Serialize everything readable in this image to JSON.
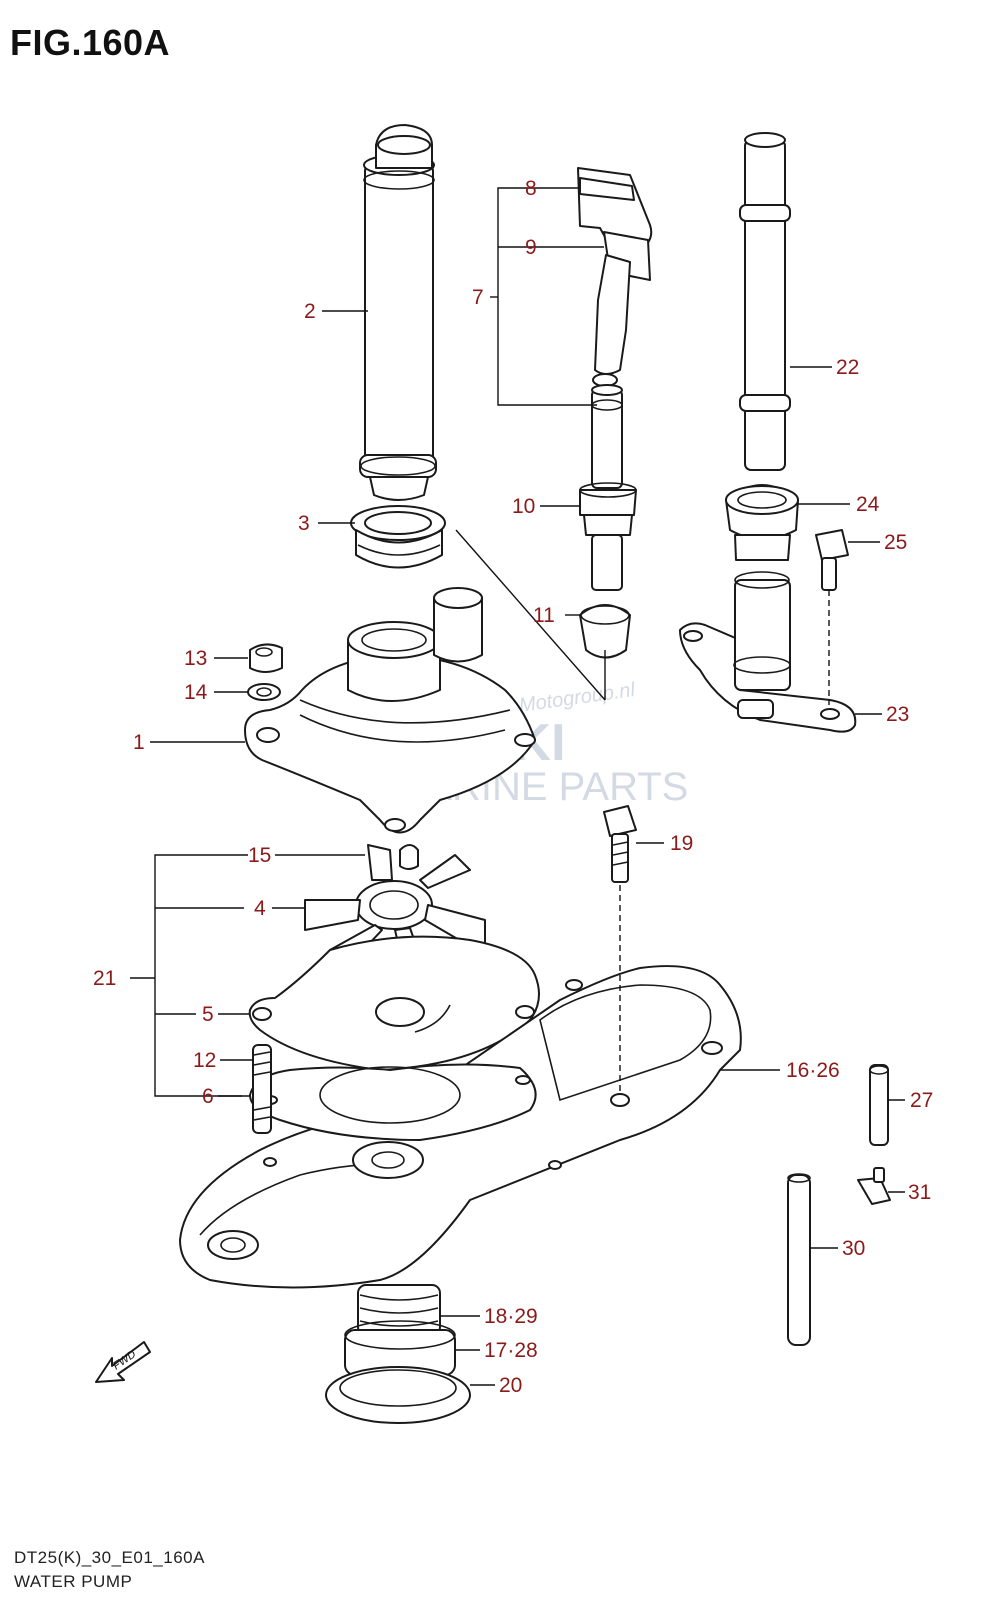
{
  "figure": {
    "title": "FIG.160A"
  },
  "footer": {
    "code": "DT25(K)_30_E01_160A",
    "name": "WATER PUMP"
  },
  "watermark": {
    "brand": "SUZUKI",
    "sub": "MARINE PARTS",
    "site": "Motogroup.nl"
  },
  "fwd_label": "FWD",
  "labels": {
    "l1": "1",
    "l2": "2",
    "l3": "3",
    "l4": "4",
    "l5": "5",
    "l6": "6",
    "l7": "7",
    "l8": "8",
    "l9": "9",
    "l10": "10",
    "l11": "11",
    "l12": "12",
    "l13": "13",
    "l14": "14",
    "l15": "15",
    "l16": "16·26",
    "l17": "17·28",
    "l18": "18·29",
    "l19": "19",
    "l20": "20",
    "l21": "21",
    "l22": "22",
    "l23": "23",
    "l24": "24",
    "l25": "25",
    "l27": "27",
    "l30": "30",
    "l31": "31"
  },
  "colors": {
    "label": "#8b1a1a",
    "line": "#111111",
    "watermark": "#c9d1de"
  }
}
